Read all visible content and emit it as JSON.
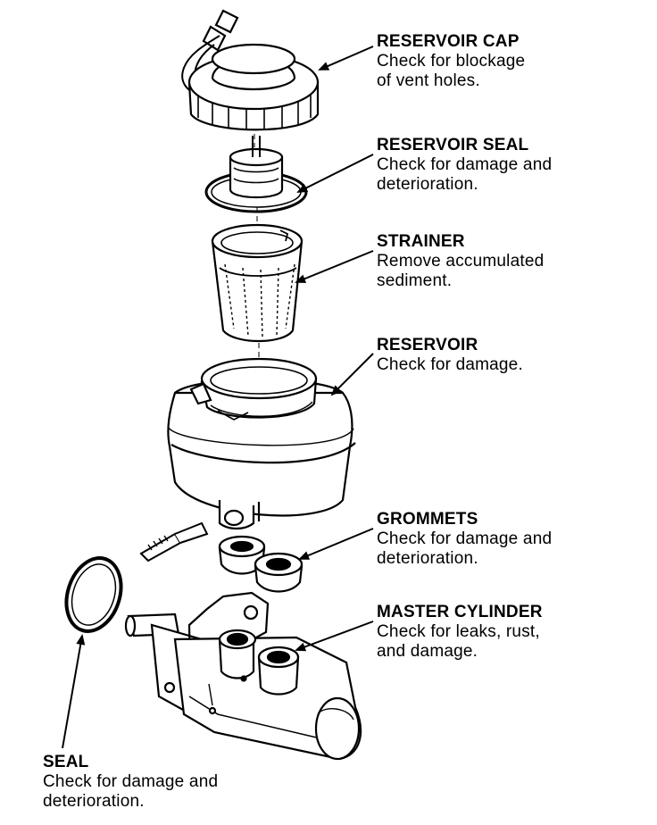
{
  "callouts": {
    "reservoir_cap": {
      "title": "RESERVOIR CAP",
      "line1": "Check for blockage",
      "line2": "of vent holes."
    },
    "reservoir_seal": {
      "title": "RESERVOIR SEAL",
      "line1": "Check for damage and",
      "line2": "deterioration."
    },
    "strainer": {
      "title": "STRAINER",
      "line1": "Remove accumulated",
      "line2": "sediment."
    },
    "reservoir": {
      "title": "RESERVOIR",
      "line1": "Check for damage."
    },
    "grommets": {
      "title": "GROMMETS",
      "line1": "Check for damage and",
      "line2": "deterioration."
    },
    "master_cylinder": {
      "title": "MASTER CYLINDER",
      "line1": "Check for leaks, rust,",
      "line2": "and damage."
    },
    "seal": {
      "title": "SEAL",
      "line1": "Check for damage and",
      "line2": "deterioration."
    }
  },
  "colors": {
    "ink": "#000000",
    "shade": "#d9d9d9",
    "background": "#ffffff"
  }
}
